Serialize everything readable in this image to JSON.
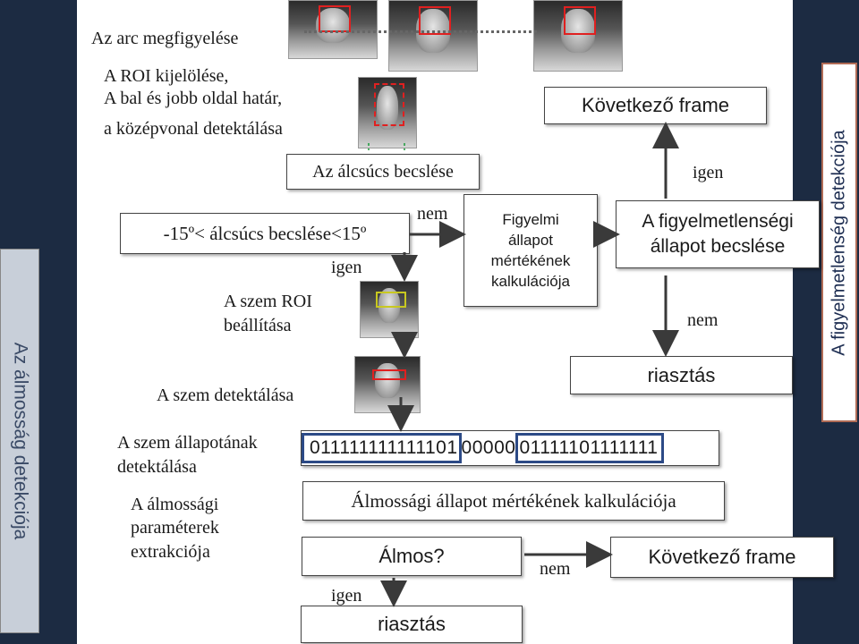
{
  "side_left": "Az álmosság detekciója",
  "side_right": "A figyelmetlenség detekciója",
  "labels": {
    "face_observation": "Az arc megfigyelése",
    "roi_line1": "A ROI kijelölése,",
    "roi_line2": "A bal és jobb oldal határ,",
    "roi_line3": "a középvonal  detektálása",
    "eye_roi_line1": "A szem ROI",
    "eye_roi_line2": "beállítása",
    "eye_detection": "A szem detektálása",
    "eye_state_line1": "A szem állapotának",
    "eye_state_line2": "detektálása",
    "params_line1": "A álmossági",
    "params_line2": "paraméterek",
    "params_line3": "extrakciója"
  },
  "boxes": {
    "jaw_estimation": "Az álcsúcs becslése",
    "jaw_condition": "-15º< álcsúcs becslése<15º",
    "attention_calc_line1": "Figyelmi",
    "attention_calc_line2": "állapot",
    "attention_calc_line3": "mértékének",
    "attention_calc_line4": "kalkulációja",
    "next_frame_top": "Következő frame",
    "inattention_line1": "A figyelmetlenségi",
    "inattention_line2": "állapot becslése",
    "alarm_right": "riasztás",
    "drowsy_calc": "Álmossági állapot mértékének kalkulációja",
    "drowsy_question": "Álmos?",
    "next_frame_bottom": "Következő frame",
    "alarm_bottom": "riasztás"
  },
  "edges": {
    "nem_top": "nem",
    "igen_jaw": "igen",
    "igen_right": "igen",
    "nem_right": "nem",
    "nem_bottom": "nem",
    "igen_bottom": "igen"
  },
  "binary": {
    "part1": "011111111111101",
    "part2": "00000",
    "part3": "01111101111111"
  },
  "colors": {
    "background": "#1c2b42",
    "panel": "#ffffff",
    "face_box": "#e02020",
    "side_right_border": "#b06b55",
    "binary_highlight": "#2c4a86"
  }
}
